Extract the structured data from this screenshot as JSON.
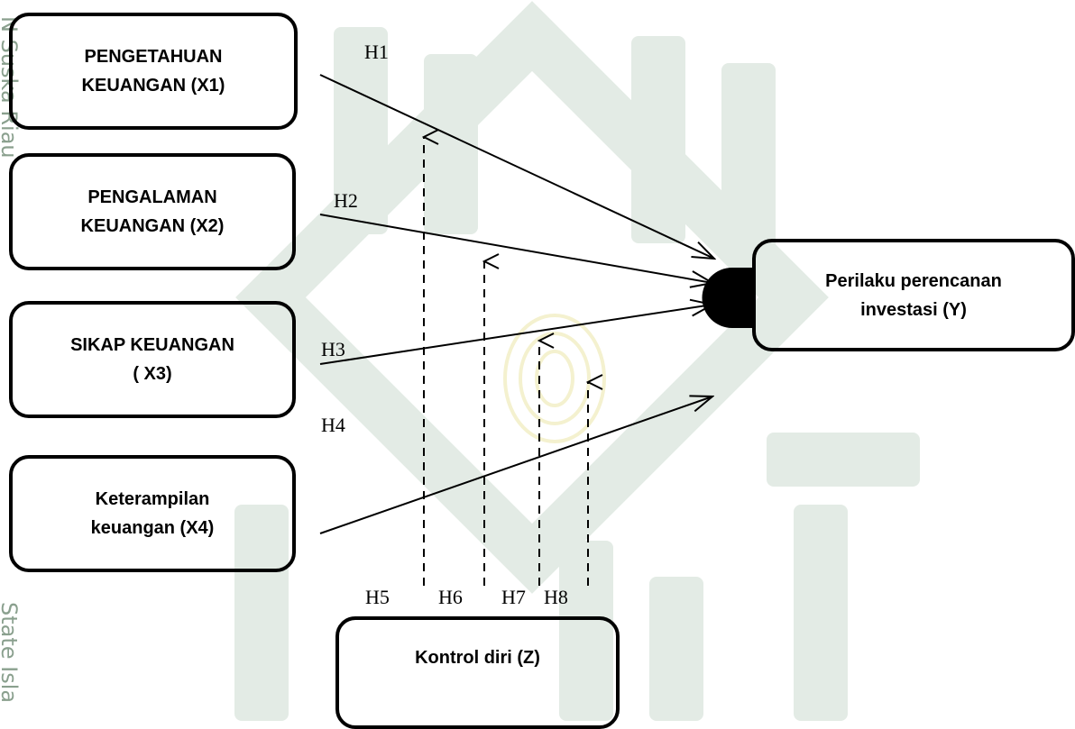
{
  "side_text": {
    "top": "N Suska Riau",
    "bottom": "State Isla"
  },
  "boxes": {
    "x1": "PENGETAHUAN\nKEUANGAN (X1)",
    "x2": "PENGALAMAN\nKEUANGAN (X2)",
    "x3": "SIKAP KEUANGAN\n( X3)",
    "x4": "Keterampilan\nkeuangan (X4)",
    "y": "Perilaku perencanan\ninvestasi (Y)",
    "z": "Kontrol diri  (Z)"
  },
  "hypotheses": {
    "h1": "H1",
    "h2": "H2",
    "h3": "H3",
    "h4": "H4",
    "h5": "H5",
    "h6": "H6",
    "h7": "H7",
    "h8": "H8"
  },
  "colors": {
    "watermark": "#dce6de",
    "watermark_center": "#f4f1cf",
    "side_text": "#8aa08e"
  }
}
